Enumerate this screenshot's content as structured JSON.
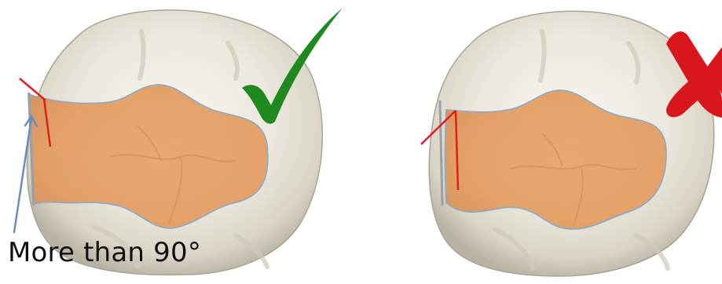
{
  "figure": {
    "caption": "More than 90°",
    "colors": {
      "background": "#ffffff",
      "tooth_enamel": "#ede9de",
      "tooth_shadow": "#c9c3b4",
      "cavity_preparation": "#e8a46c",
      "cavity_outline": "#8fa7bd",
      "angle_line": "#e01f1f",
      "arrow": "#6b8cc2",
      "check_mark": "#1f8a1f",
      "cross_mark": "#d8161c"
    },
    "panels": [
      {
        "side": "left",
        "verdict_icon": "check-mark-icon",
        "verdict": "correct"
      },
      {
        "side": "right",
        "verdict_icon": "cross-mark-icon",
        "verdict": "incorrect"
      }
    ]
  }
}
